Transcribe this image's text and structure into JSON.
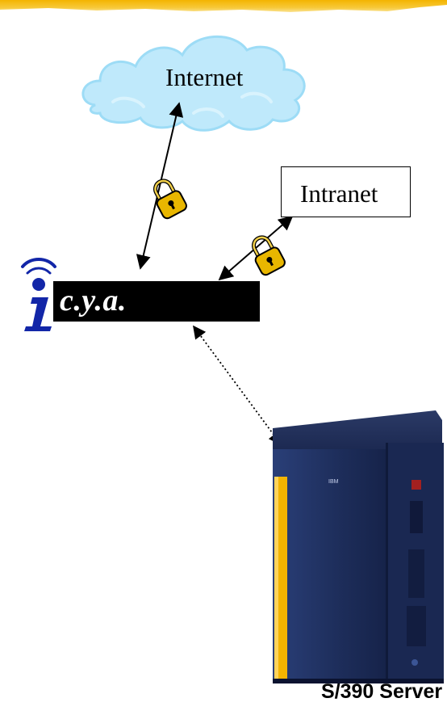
{
  "nodes": {
    "internet": {
      "label": "Internet"
    },
    "intranet": {
      "label": "Intranet"
    },
    "icya": {
      "label": "c.y.a."
    },
    "server": {
      "label": "S/390 Server",
      "brand": "IBM"
    }
  },
  "colors": {
    "cloud_fill": "#bfe9fb",
    "cloud_stroke": "#8fd4f3",
    "logo_blue": "#1226a8",
    "lock_gold": "#e6b800",
    "server_body": "#1f3160",
    "server_accent": "#f4b400",
    "top_band": "#f4b400"
  },
  "connections": [
    {
      "from": "internet",
      "to": "icya",
      "secured": true,
      "style": "solid"
    },
    {
      "from": "intranet",
      "to": "icya",
      "secured": true,
      "style": "solid"
    },
    {
      "from": "icya",
      "to": "server",
      "secured": false,
      "style": "dotted"
    }
  ],
  "icons": [
    "cloud-icon",
    "lock-icon",
    "i-logo-icon",
    "server-icon"
  ]
}
